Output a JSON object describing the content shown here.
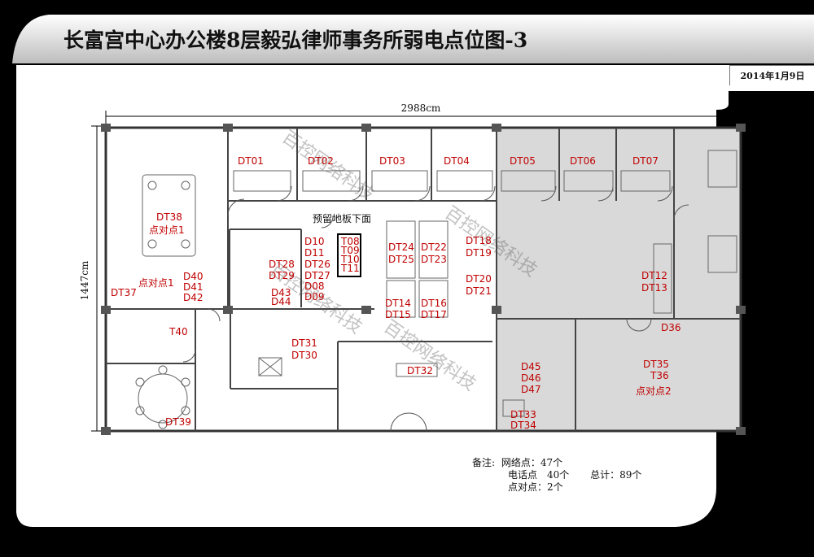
{
  "title": "长富宫中心办公楼8层毅弘律师事务所弱电点位图-3",
  "date": "2014年1月9日",
  "dimensions": {
    "width": "2988cm",
    "height": "1447cm"
  },
  "reserved_floor_label": "预留地板下面",
  "watermark": "百控网络科技",
  "labels": {
    "dt01": "DT01",
    "dt02": "DT02",
    "dt03": "DT03",
    "dt04": "DT04",
    "dt05": "DT05",
    "dt06": "DT06",
    "dt07": "DT07",
    "dt38": "DT38",
    "p2p_a": "点对点1",
    "p2p_b": "点对点1",
    "dt37": "DT37",
    "d40": "D40",
    "d41": "D41",
    "d42": "D42",
    "t40": "T40",
    "dt39": "DT39",
    "d10": "D10",
    "d11": "D11",
    "dt26": "DT26",
    "dt27": "DT27",
    "d08": "D08",
    "d09": "D09",
    "dt28": "DT28",
    "dt29": "DT29",
    "d43": "D43",
    "d44": "D44",
    "t08": "T08",
    "t09": "T09",
    "t10": "T10",
    "t11": "T11",
    "dt24": "DT24",
    "dt22": "DT22",
    "dt25": "DT25",
    "dt23": "DT23",
    "dt14": "DT14",
    "dt16": "DT16",
    "dt15": "DT15",
    "dt17": "DT17",
    "dt18": "DT18",
    "dt19": "DT19",
    "dt20": "DT20",
    "dt21": "DT21",
    "dt31": "DT31",
    "dt30": "DT30",
    "dt32": "DT32",
    "dt12": "DT12",
    "dt13": "DT13",
    "d36": "D36",
    "d45": "D45",
    "d46": "D46",
    "d47": "D47",
    "dt33": "DT33",
    "dt34": "DT34",
    "dt35": "DT35",
    "t36": "T36",
    "p2p_c": "点对点2"
  },
  "notes": {
    "remark_label": "备注:",
    "network": "网络点：47个",
    "phone": "电话点　40个",
    "p2p": "点对点：2个",
    "total": "总计：89个"
  },
  "colors": {
    "frame": "#000000",
    "wall": "#333333",
    "gray_zone": "#d9d9d9",
    "label": "#c00000"
  }
}
